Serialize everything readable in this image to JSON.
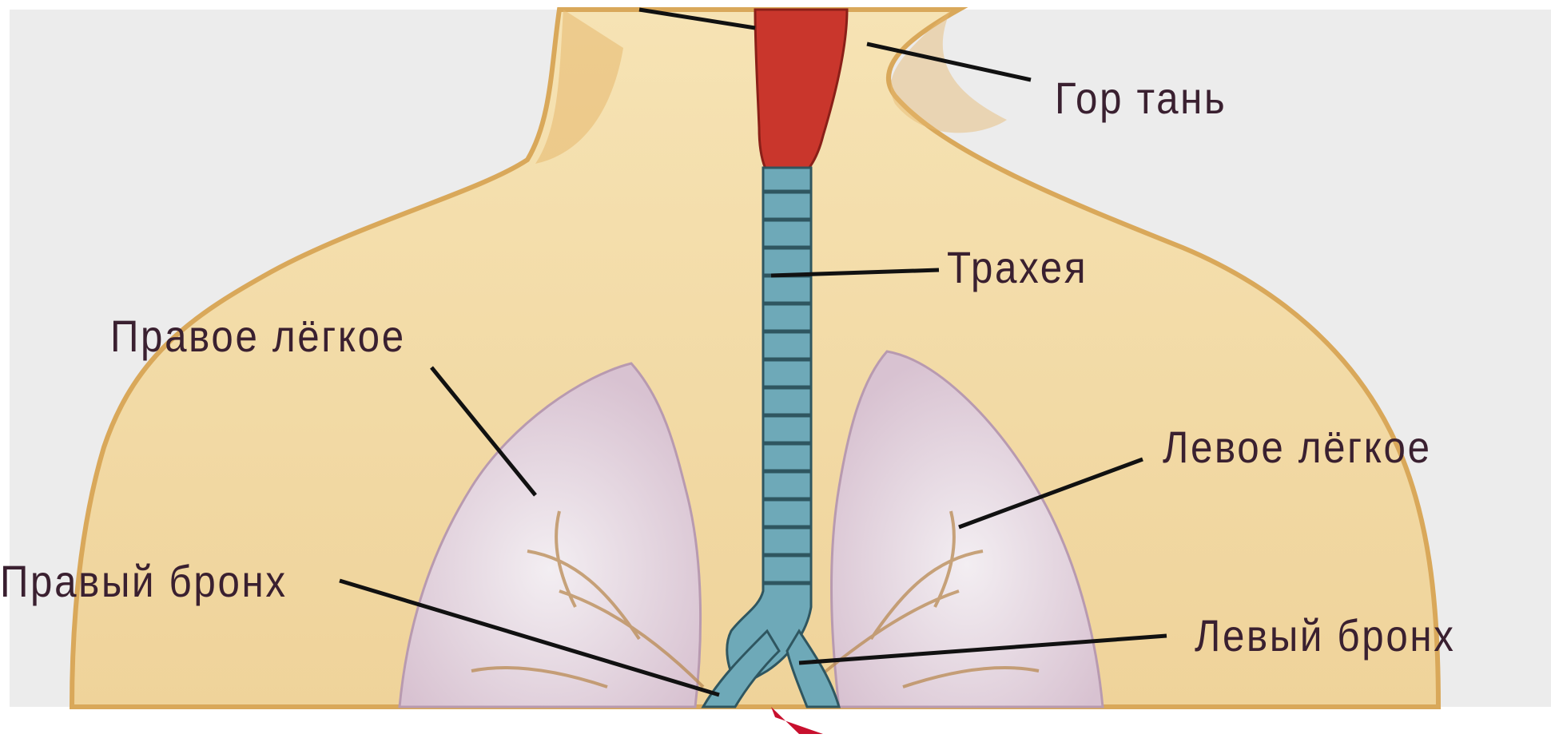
{
  "labels": {
    "larynx": "Гор тань",
    "trachea": "Трахея",
    "right_lung": "Правое лёгкое",
    "left_lung": "Левое лёгкое",
    "right_bronchus": "Правый бронх",
    "left_bronchus": "Левый бронх"
  },
  "colors": {
    "background": "#ececec",
    "skin": "#f1d9a2",
    "skin_shadow": "#d9a85a",
    "lung_fill": "#e4d2dc",
    "trachea": "#6ea9b8",
    "larynx": "#c9362c",
    "label_text": "#3a2030",
    "leader_line": "#111111",
    "pointer": "#c8102e"
  }
}
